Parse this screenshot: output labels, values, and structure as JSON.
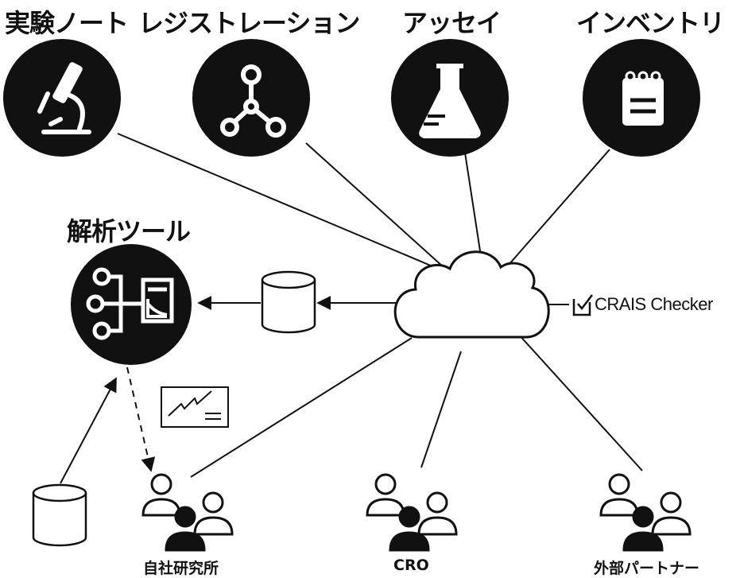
{
  "modules": {
    "notebook": "実験ノート",
    "registration": "レジストレーション",
    "assay": "アッセイ",
    "inventory": "インベントリ",
    "analysis": "解析ツール"
  },
  "sites": {
    "inhouse": "自社研究所",
    "cro": "CRO",
    "partner": "外部パートナー"
  },
  "brand": "CRAIS Checker"
}
